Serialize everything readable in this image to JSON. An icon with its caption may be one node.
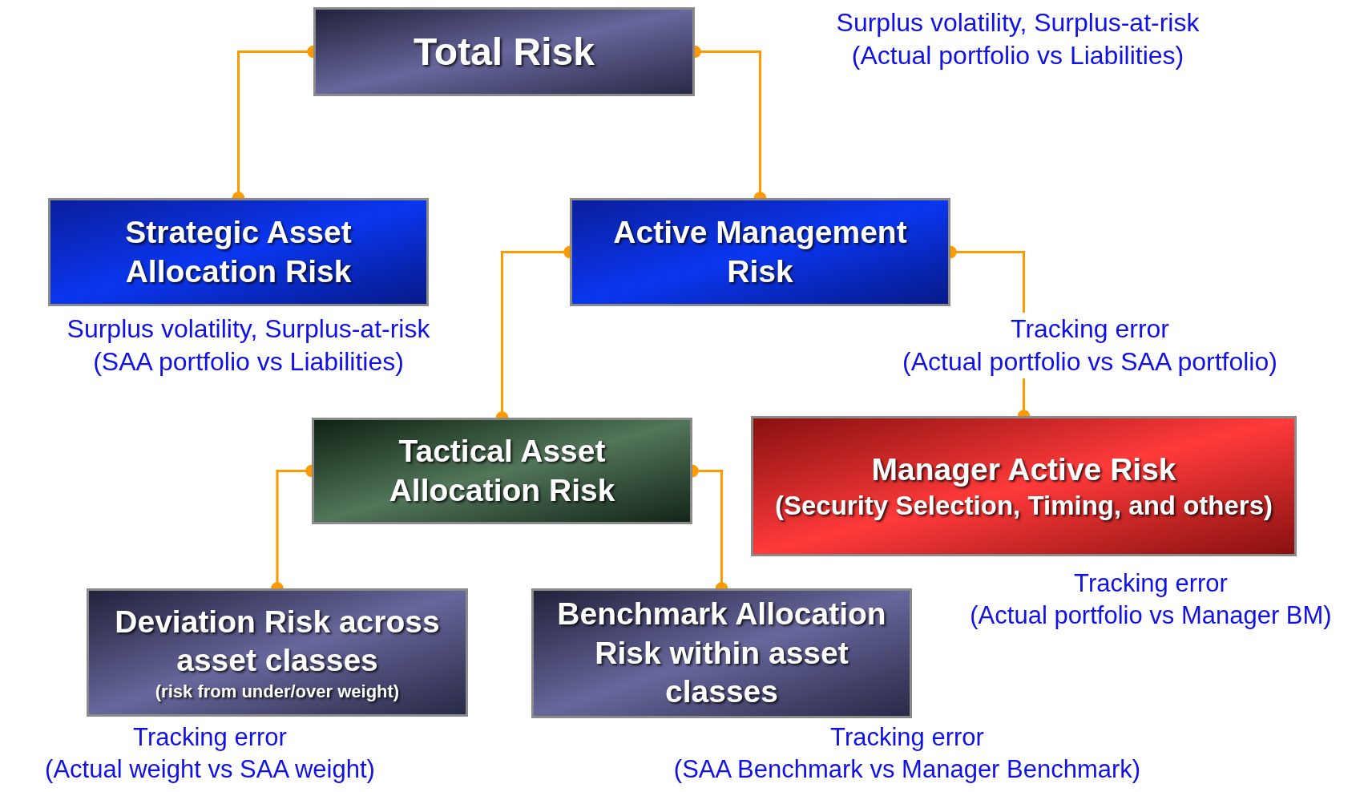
{
  "diagram": {
    "nodes": [
      {
        "text": [
          "Total Risk"
        ],
        "beside": [
          "Surplus volatility, Surplus-at-risk",
          "(Actual portfolio vs Liabilities)"
        ]
      },
      {
        "text": [
          "Strategic Asset Allocation Risk"
        ],
        "beside": [
          "Surplus volatility, Surplus-at-risk",
          "(SAA portfolio vs Liabilities)"
        ]
      },
      {
        "text": [
          "Active Management Risk"
        ],
        "beside": [
          "Tracking error",
          "(Actual portfolio vs SAA portfolio)"
        ]
      },
      {
        "text": [
          "Tactical Asset Allocation Risk"
        ]
      },
      {
        "text": [
          "Manager Active Risk",
          "(Security Selection, Timing, and others)"
        ],
        "beside": [
          "Tracking error",
          "(Actual portfolio vs Manager BM)"
        ]
      },
      {
        "text": [
          "Deviation Risk across asset classes",
          "(risk from under/over weight)"
        ],
        "beside": [
          "Tracking error",
          "(Actual weight vs SAA weight)"
        ]
      },
      {
        "text": [
          "Benchmark Allocation Risk within asset classes"
        ],
        "beside": [
          "Tracking error",
          "(SAA Benchmark vs Manager Benchmark)"
        ]
      }
    ],
    "edges": [
      {
        "from": 0,
        "to": 1,
        "arrow": "other",
        "color": "#ff9900"
      },
      {
        "from": 0,
        "to": 2,
        "arrow": "other",
        "color": "#ff9900"
      },
      {
        "from": 2,
        "to": 3,
        "arrow": "other",
        "color": "#ff9900"
      },
      {
        "from": 2,
        "to": 4,
        "arrow": "other",
        "color": "#ff9900"
      },
      {
        "from": 3,
        "to": 5,
        "arrow": "other",
        "color": "#ff9900"
      },
      {
        "from": 3,
        "to": 6,
        "arrow": "other",
        "color": "#ff9900"
      }
    ]
  }
}
